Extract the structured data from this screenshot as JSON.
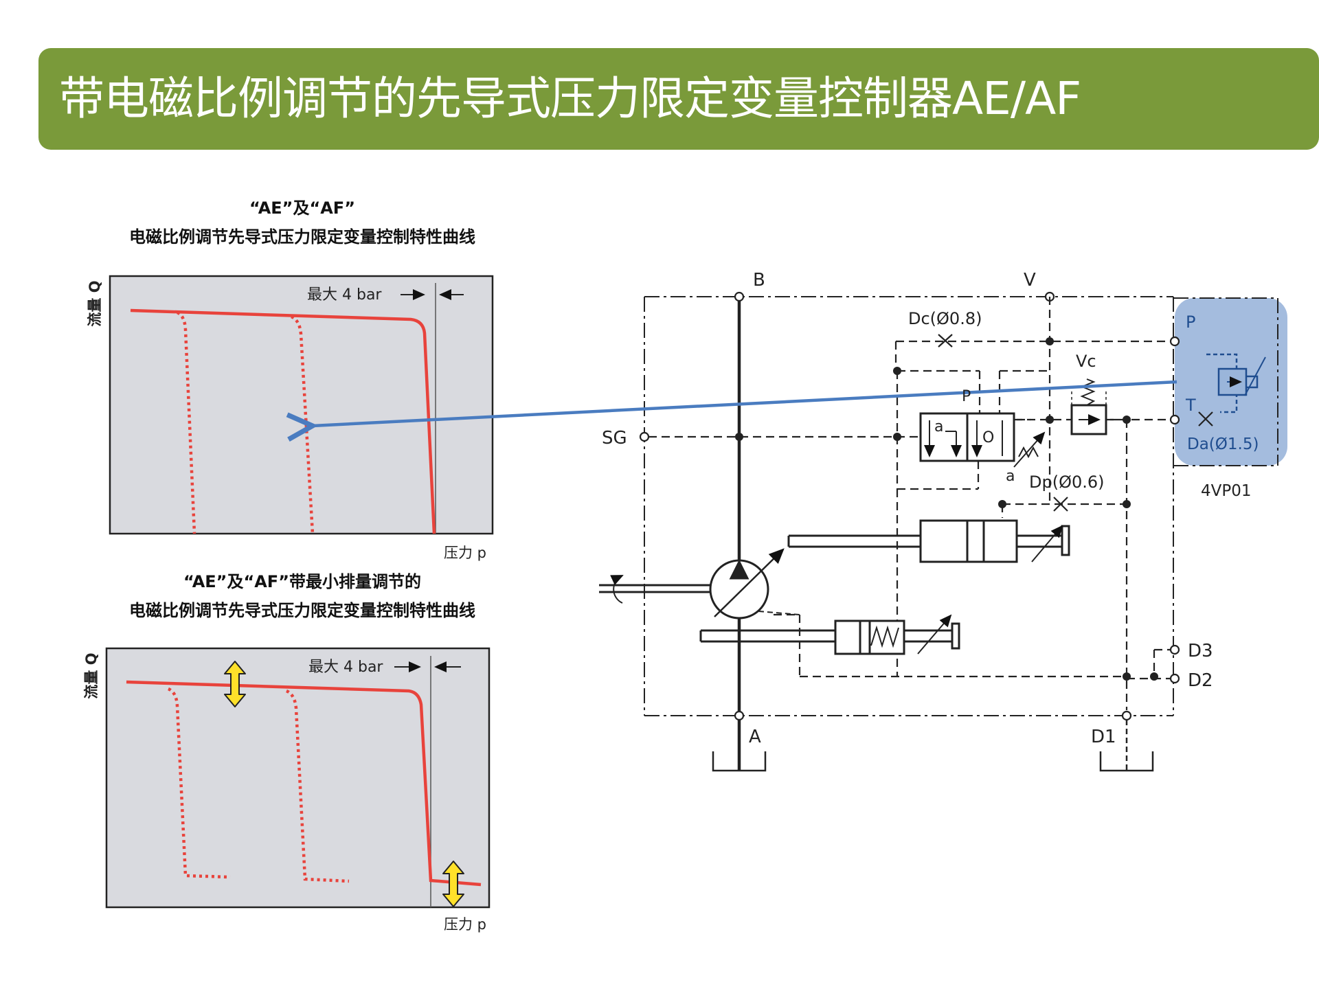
{
  "slide": {
    "title": "带电磁比例调节的先导式压力限定变量控制器AE/AF",
    "colors": {
      "banner": "#7a9a3a",
      "curve": "#e8433c",
      "arrow": "#4a7cc0",
      "highlight": "#9ab5da",
      "plot_bg": "#d9dadf"
    }
  },
  "chart1": {
    "title_line1": "“AE”及“AF”",
    "title_line2": "电磁比例调节先导式压力限定变量控制特性曲线",
    "ylabel": "流量 Q",
    "xlabel": "压力 p",
    "annotation": "最大 4 bar"
  },
  "chart2": {
    "title_line1": "“AE”及“AF”带最小排量调节的",
    "title_line2": "电磁比例调节先导式压力限定变量控制特性曲线",
    "ylabel": "流量 Q",
    "xlabel": "压力 p",
    "annotation": "最大 4 bar"
  },
  "schematic": {
    "ports": {
      "B": "B",
      "V": "V",
      "SG": "SG",
      "A": "A",
      "D1": "D1",
      "D2": "D2",
      "D3": "D3",
      "P_outer": "P",
      "T_outer": "T",
      "P_valve": "P",
      "O_valve": "O",
      "a_valve": "a",
      "a_bottom": "a",
      "Vc": "Vc"
    },
    "orifices": {
      "Dc": "Dc(Ø0.8)",
      "Dp": "Dp(Ø0.6)",
      "Da": "Da(Ø1.5)"
    },
    "module_label": "4VP01"
  }
}
